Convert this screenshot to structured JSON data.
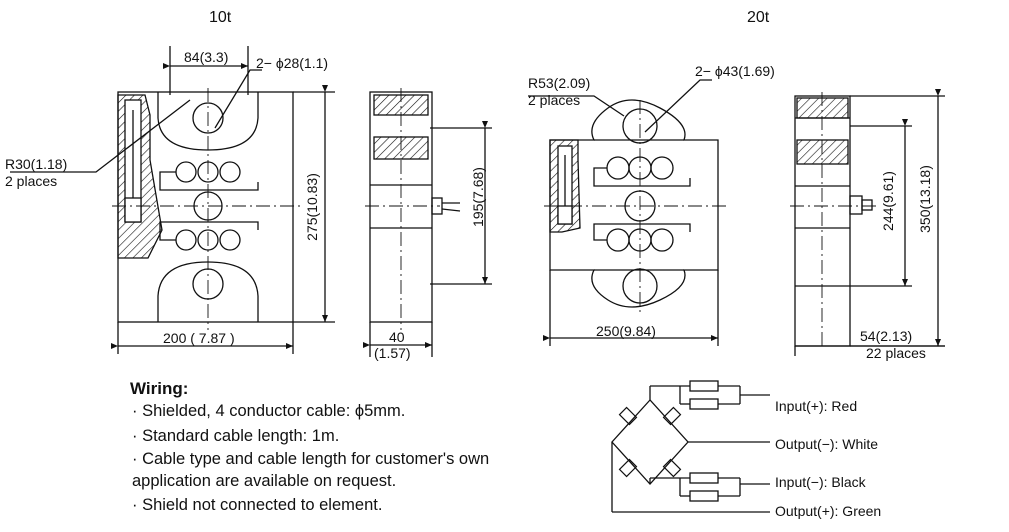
{
  "titles": {
    "left": "10t",
    "right": "20t"
  },
  "left_view": {
    "dim_top": "84(3.3)",
    "hole_label": "2− ϕ28(1.1)",
    "radius_label_1": "R30(1.18)",
    "radius_label_2": "2 places",
    "height_total": "275(10.83)",
    "height_holes": "195(7.68)",
    "width": "200 ( 7.87 )",
    "thickness_1": "40",
    "thickness_2": "(1.57)"
  },
  "right_view": {
    "radius_label_1": "R53(2.09)",
    "radius_label_2": "2 places",
    "hole_label": "2− ϕ43(1.69)",
    "width": "250(9.84)",
    "height_holes": "244(9.61)",
    "height_total": "350(13.18)",
    "thickness_1": "54(2.13)",
    "thickness_2": "22 places"
  },
  "wiring": {
    "heading": "Wiring:",
    "items": [
      "· Shielded, 4 conductor cable:  ϕ5mm.",
      "· Standard cable length: 1m.",
      "· Cable type and cable length for customer's own",
      "  application are available on request.",
      "· Shield not connected to element."
    ]
  },
  "legend": {
    "input_pos": "Input(+): Red",
    "output_neg": "Output(−): White",
    "input_neg": "Input(−): Black",
    "output_pos": "Output(+): Green"
  }
}
